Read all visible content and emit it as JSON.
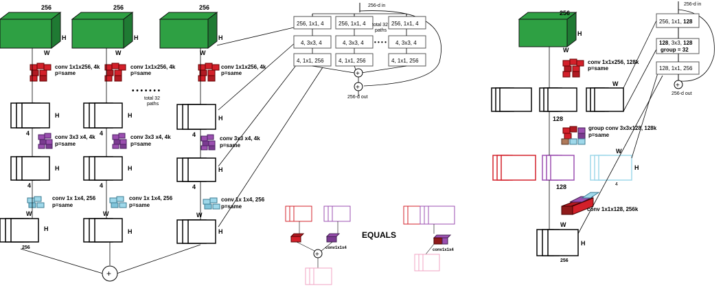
{
  "left": {
    "dims": {
      "top": "256",
      "h": "H",
      "w": "W",
      "four": "4",
      "bottom": "256"
    },
    "conv1": "conv 1x1x256, 4k",
    "conv1_pad": "p=same",
    "conv2": "conv 3x3 x4,  4k",
    "conv2_pad": "p=same",
    "conv3": "conv 1x 1x4, 256",
    "conv3_pad": "p=same",
    "dots": "• • • • • • •",
    "total_paths": [
      "total 32",
      "paths"
    ],
    "plus": "+"
  },
  "block_a": {
    "input": "256-d in",
    "output": "256-d out",
    "path_cells": [
      "256, 1x1, 4",
      "4, 3x3, 4",
      "4, 1x1, 256"
    ],
    "dots": "• • • •",
    "total_paths": [
      "total 32",
      "paths"
    ],
    "plus": "+"
  },
  "middle": {
    "equals": "EQUALS",
    "conv_label_a": "conv1x1x4",
    "conv_label_b": "conv1x1x4",
    "plus": "+"
  },
  "right": {
    "dims": {
      "top": "256",
      "h": "H",
      "w": "W",
      "c128a": "128",
      "c128b": "128",
      "four": "4",
      "bottom": "256"
    },
    "conv1": "conv 1x1x256, 128k",
    "conv1_pad": "p=same",
    "conv2": "group conv 3x3x128, 128k",
    "conv2_pad": "p=same",
    "conv3": "conv 1x1x128, 256k"
  },
  "block_b": {
    "input": "256-d in",
    "output": "256-d out",
    "row1": "256, 1x1, ",
    "row1_bold": "128",
    "row2a": "128",
    "row2b": ", 3x3, ",
    "row2c": "128",
    "row2d": "group = 32",
    "row3": "128, 1x1, 256",
    "plus": "+"
  },
  "colors": {
    "green": "#2ea043",
    "red": "#d3202a",
    "purple": "#9b4fb0",
    "light_blue": "#9fd8ea",
    "pink": "#f2a3c3",
    "dark_red": "#8f1a1a"
  }
}
